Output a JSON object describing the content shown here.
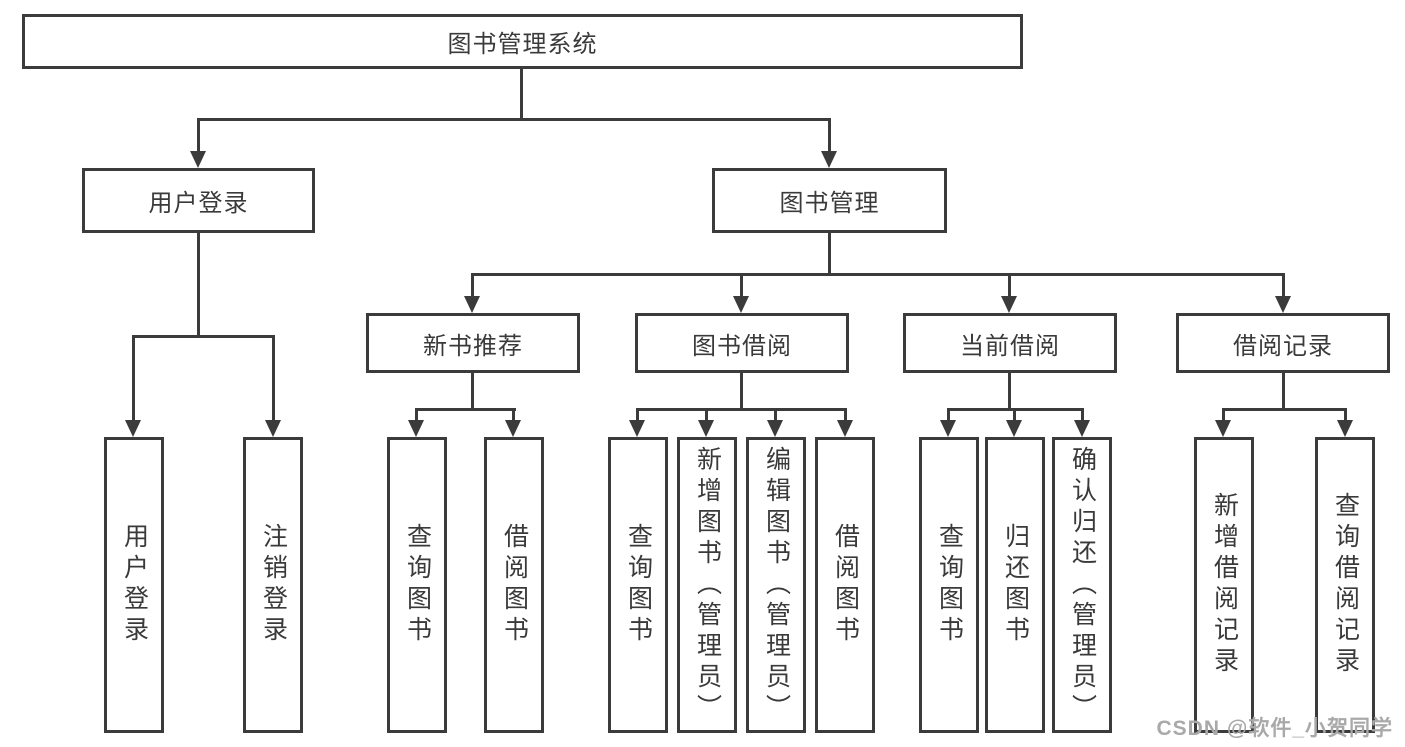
{
  "colors": {
    "line": "#3b3b3b",
    "text": "#3a3a3a",
    "background": "#ffffff",
    "watermark": "#a9a9a9"
  },
  "diagram": {
    "root": {
      "label": "图书管理系统"
    },
    "level2": [
      {
        "label": "用户登录"
      },
      {
        "label": "图书管理"
      }
    ],
    "level3": [
      {
        "label": "新书推荐"
      },
      {
        "label": "图书借阅"
      },
      {
        "label": "当前借阅"
      },
      {
        "label": "借阅记录"
      }
    ],
    "leaves": {
      "user_login": [
        {
          "label": "用户登录"
        },
        {
          "label": "注销登录"
        }
      ],
      "new_book_recommend": [
        {
          "label": "查询图书"
        },
        {
          "label": "借阅图书"
        }
      ],
      "book_borrow": [
        {
          "label": "查询图书"
        },
        {
          "label": "新增图书（管理员）"
        },
        {
          "label": "编辑图书（管理员）"
        },
        {
          "label": "借阅图书"
        }
      ],
      "current_borrow": [
        {
          "label": "查询图书"
        },
        {
          "label": "归还图书"
        },
        {
          "label": "确认归还（管理员）"
        }
      ],
      "borrow_records": [
        {
          "label": "新增借阅记录"
        },
        {
          "label": "查询借阅记录"
        }
      ]
    }
  },
  "watermark": {
    "text": "CSDN @软件_小贺同学"
  }
}
